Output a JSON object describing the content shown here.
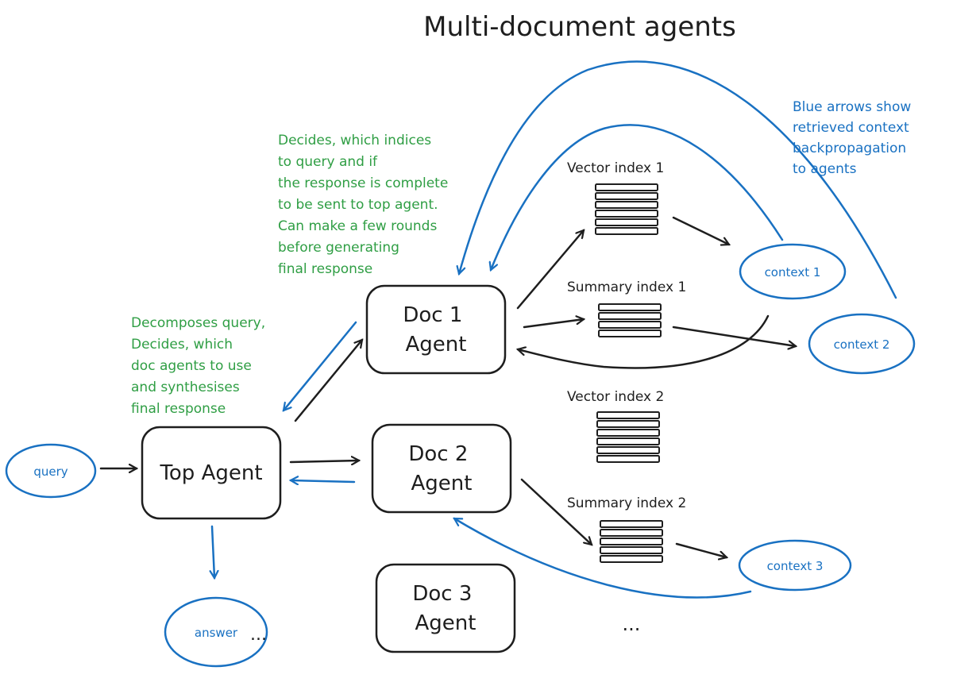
{
  "title": "Multi-document agents",
  "colors": {
    "ink": "#1e1e1e",
    "note": "#2f9e44",
    "blue": "#1971c2"
  },
  "notes": {
    "doc_agent": [
      "Decides, which indices",
      "to query and if",
      "the response is complete",
      "to be sent to top agent.",
      "Can make a few rounds",
      "before generating",
      "final response"
    ],
    "top_agent": [
      "Decomposes query,",
      "Decides, which",
      "doc agents to use",
      "and synthesises",
      " final response"
    ],
    "legend": [
      "Blue arrows show",
      "retrieved context",
      "backpropagation",
      "to agents"
    ]
  },
  "agents": {
    "top": [
      "Top Agent"
    ],
    "doc1": [
      "Doc 1",
      "Agent"
    ],
    "doc2": [
      "Doc 2",
      "Agent"
    ],
    "doc3": [
      "Doc 3",
      "Agent"
    ]
  },
  "indices": {
    "vector1": "Vector index 1",
    "summary1": "Summary index 1",
    "vector2": "Vector index 2",
    "summary2": "Summary index 2"
  },
  "ovals": {
    "query": "query",
    "answer": "answer",
    "context1": "context 1",
    "context2": "context 2",
    "context3": "context 3"
  },
  "ellipsis_answer": "...",
  "ellipsis_more": "..."
}
